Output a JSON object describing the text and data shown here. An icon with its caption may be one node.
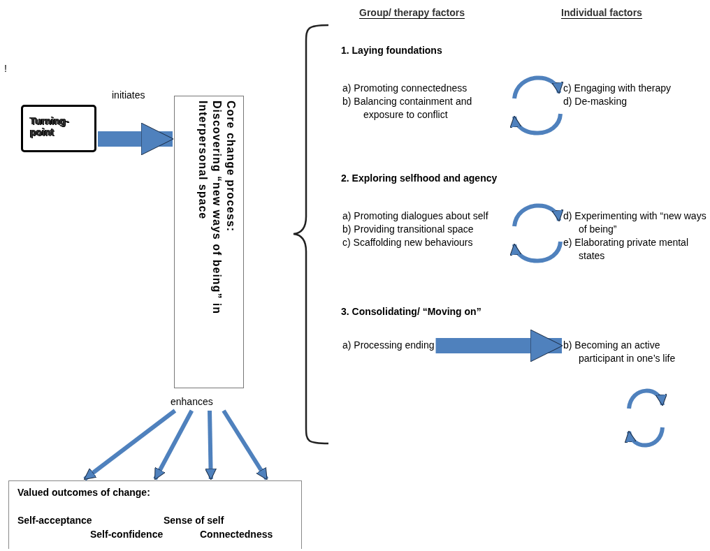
{
  "diagram": {
    "nodes": [
      {
        "text": [
          "Turning- point"
        ]
      },
      {
        "text": [
          "Core change process:",
          "Discovering “new ways of being” in Interpersonal space"
        ]
      },
      {
        "text": [
          "enhances"
        ]
      },
      {
        "text": [
          "Valued outcomes of change:",
          "Self-acceptance",
          "Sense of self",
          "Self-confidence",
          "Connectedness"
        ]
      },
      {
        "text": [
          "a) Promoting connectedness",
          "b) Balancing containment and exposure to conflict"
        ]
      },
      {
        "text": [
          "c) Engaging with therapy",
          "d) De-masking"
        ]
      },
      {
        "text": [
          "a) Promoting dialogues about self",
          "b) Providing transitional space",
          "c) Scaffolding new behaviours"
        ]
      },
      {
        "text": [
          "d) Experimenting with “new ways of being”",
          "e) Elaborating private mental states"
        ]
      },
      {
        "text": [
          "a) Processing ending"
        ]
      },
      {
        "text": [
          "b) Becoming an active participant in one’s life"
        ]
      }
    ],
    "edges": [
      {
        "from": 0,
        "to": 1,
        "arrow": "to",
        "label": "initiates",
        "style": "thick"
      },
      {
        "from": 2,
        "to": 3,
        "arrow": "to"
      },
      {
        "from": 2,
        "to": 3,
        "arrow": "to"
      },
      {
        "from": 2,
        "to": 3,
        "arrow": "to"
      },
      {
        "from": 2,
        "to": 3,
        "arrow": "to"
      },
      {
        "from": 4,
        "to": 5,
        "arrow": "to"
      },
      {
        "from": 5,
        "to": 4,
        "arrow": "to"
      },
      {
        "from": 6,
        "to": 7,
        "arrow": "to"
      },
      {
        "from": 7,
        "to": 6,
        "arrow": "to"
      },
      {
        "from": 8,
        "to": 9,
        "arrow": "to",
        "style": "thick"
      }
    ],
    "labels": [
      "!",
      "Group/ therapy factors",
      "Individual factors",
      "1. Laying foundations",
      "2. Exploring selfhood and agency",
      "3. Consolidating/ “Moving on”"
    ]
  }
}
